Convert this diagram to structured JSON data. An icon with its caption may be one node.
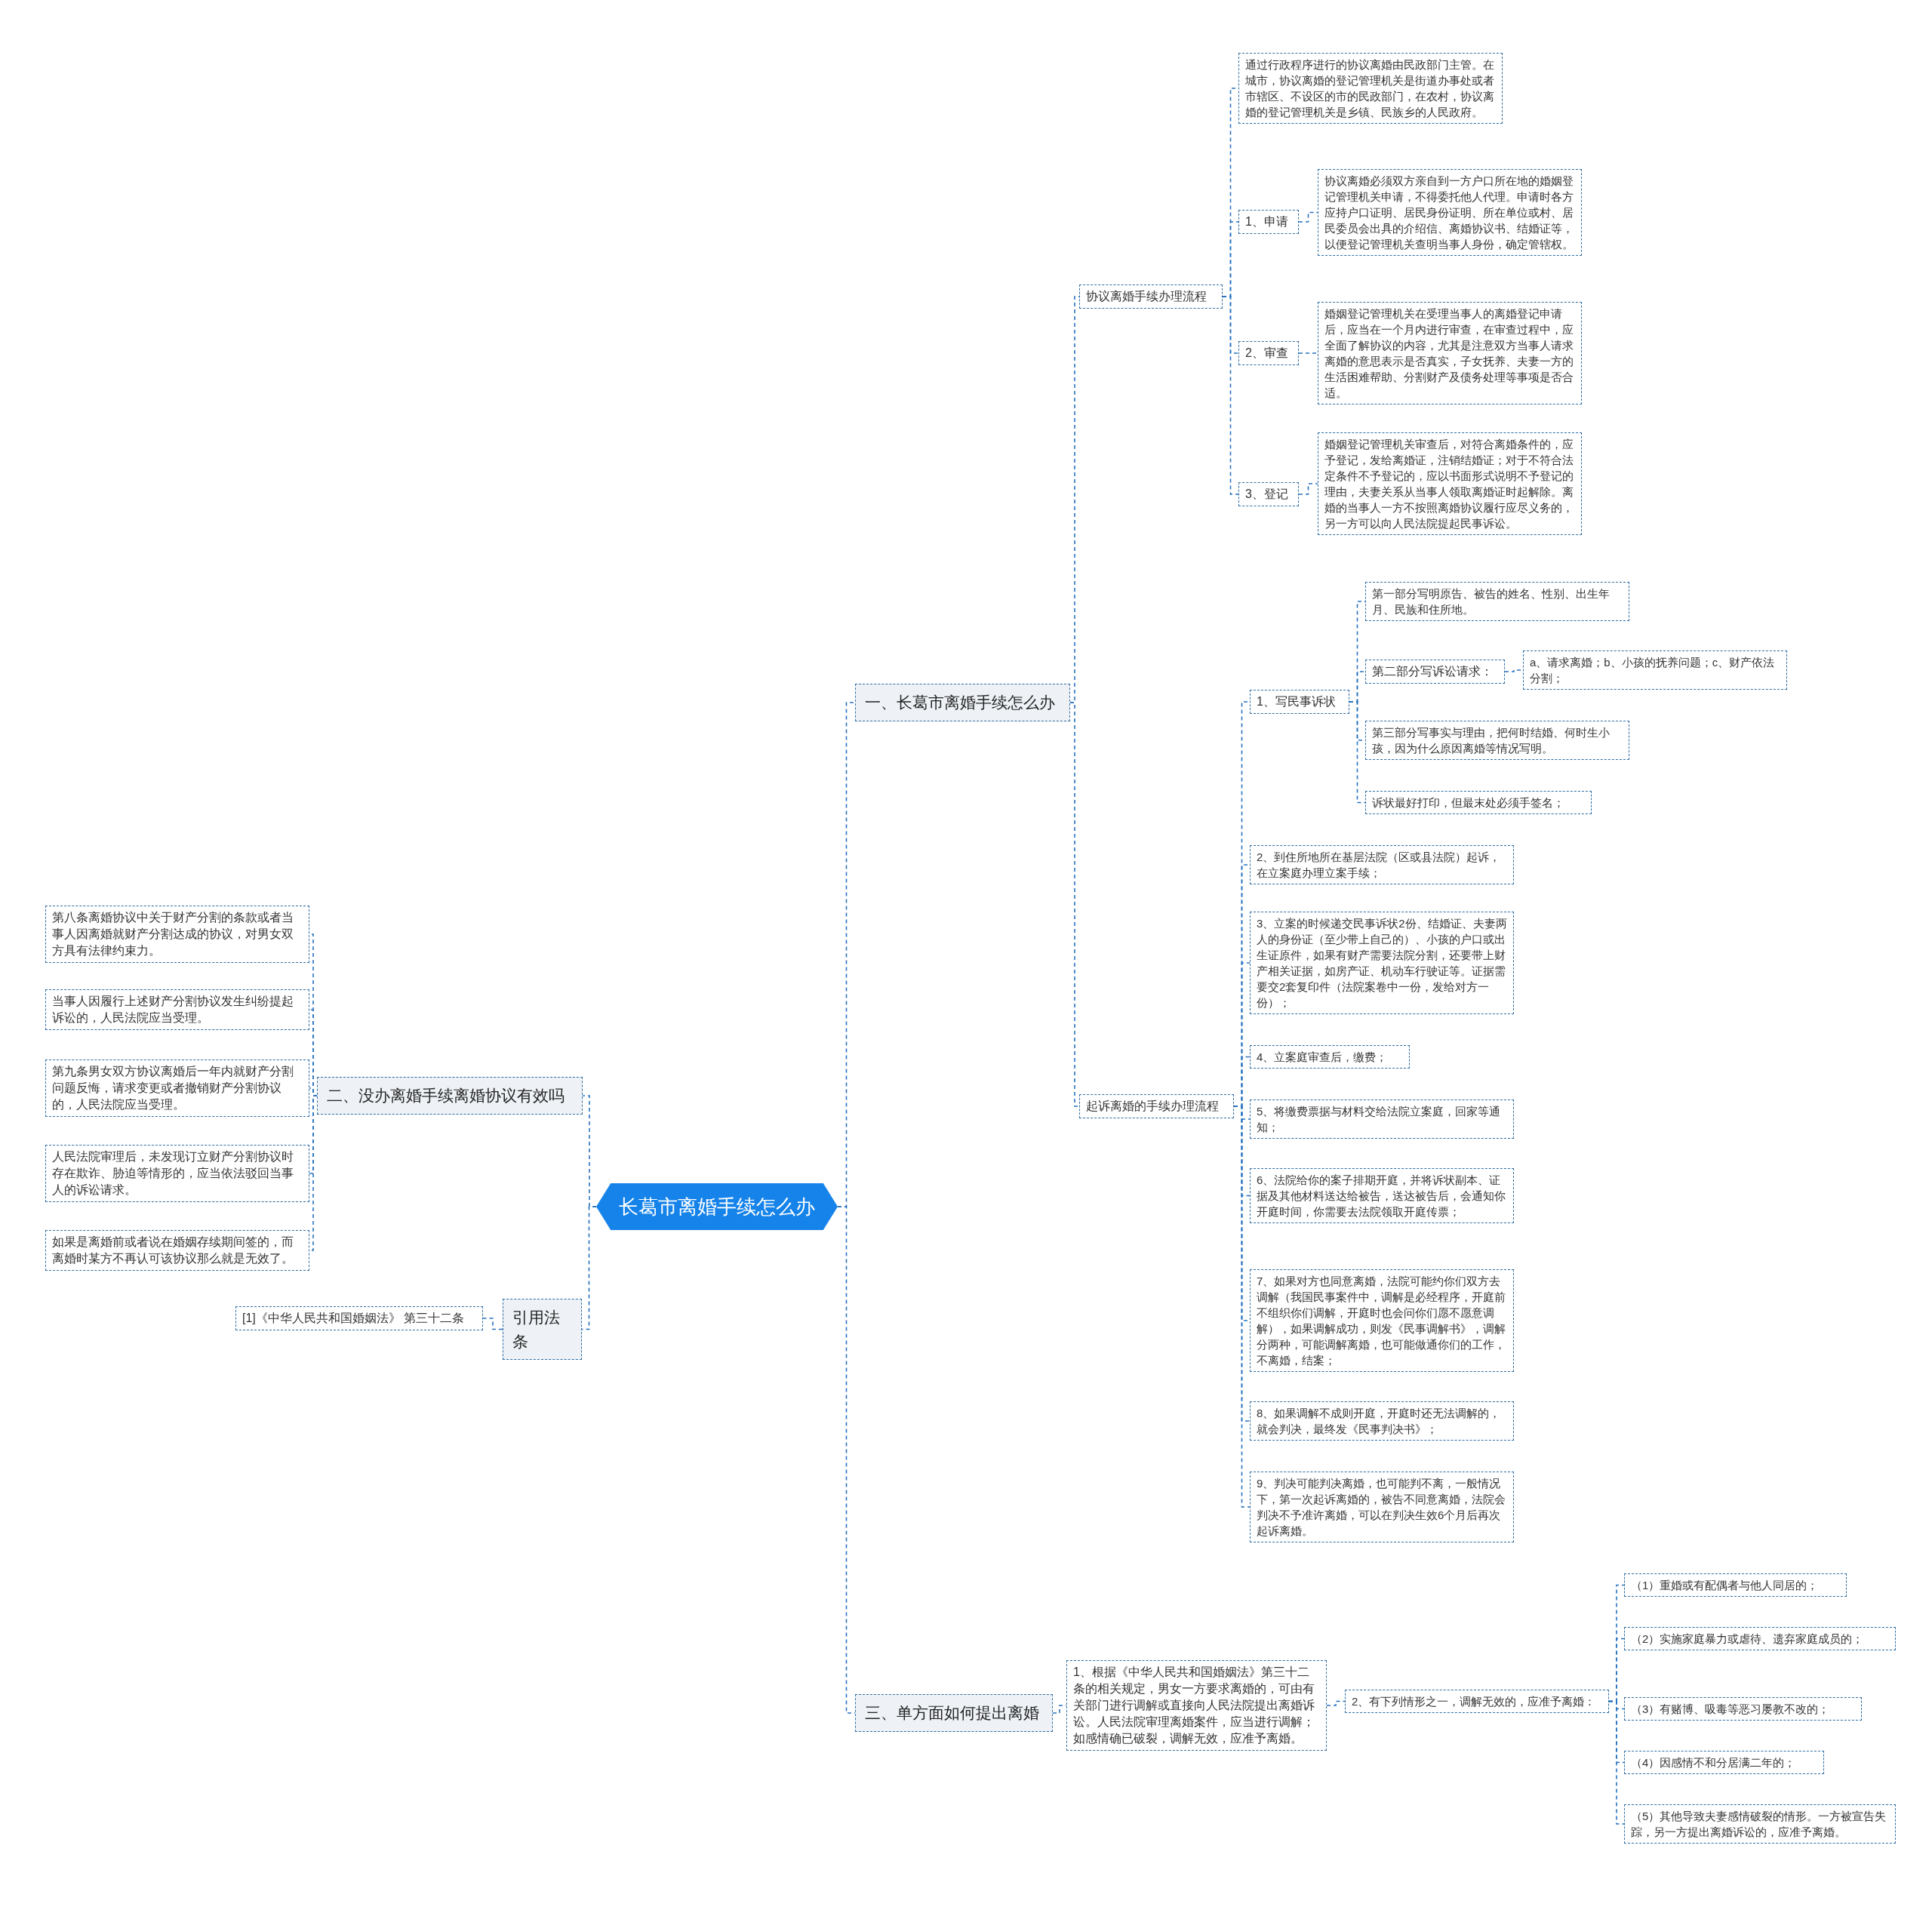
{
  "diagram": {
    "nodes": [
      {
        "text": [
          "长葛市离婚手续怎么办"
        ]
      },
      {
        "text": [
          "一、长葛市离婚手续怎么办"
        ]
      },
      {
        "text": [
          "协议离婚手续办理流程"
        ]
      },
      {
        "text": [
          "通过行政程序进行的协议离婚由民政部门主管。在城市，协议离婚的登记管理机关是街道办事处或者市辖区、不设区的市的民政部门，在农村，协议离婚的登记管理机关是乡镇、民族乡的人民政府。"
        ]
      },
      {
        "text": [
          "1、申请"
        ]
      },
      {
        "text": [
          "协议离婚必须双方亲自到一方户口所在地的婚姻登记管理机关申请，不得委托他人代理。申请时各方应持户口证明、居民身份证明、所在单位或村、居民委员会出具的介绍信、离婚协议书、结婚证等，以便登记管理机关查明当事人身份，确定管辖权。"
        ]
      },
      {
        "text": [
          "2、审查"
        ]
      },
      {
        "text": [
          "婚姻登记管理机关在受理当事人的离婚登记申请后，应当在一个月内进行审查，在审查过程中，应全面了解协议的内容，尤其是注意双方当事人请求离婚的意思表示是否真实，子女抚养、夫妻一方的生活困难帮助、分割财产及债务处理等事项是否合适。"
        ]
      },
      {
        "text": [
          "3、登记"
        ]
      },
      {
        "text": [
          "婚姻登记管理机关审查后，对符合离婚条件的，应予登记，发给离婚证，注销结婚证；对于不符合法定条件不予登记的，应以书面形式说明不予登记的理由，夫妻关系从当事人领取离婚证时起解除。离婚的当事人一方不按照离婚协议履行应尽义务的，另一方可以向人民法院提起民事诉讼。"
        ]
      },
      {
        "text": [
          "起诉离婚的手续办理流程"
        ]
      },
      {
        "text": [
          "1、写民事诉状"
        ]
      },
      {
        "text": [
          "第一部分写明原告、被告的姓名、性别、出生年月、民族和住所地。"
        ]
      },
      {
        "text": [
          "第二部分写诉讼请求："
        ]
      },
      {
        "text": [
          "a、请求离婚；b、小孩的抚养问题；c、财产依法分割；"
        ]
      },
      {
        "text": [
          "第三部分写事实与理由，把何时结婚、何时生小孩，因为什么原因离婚等情况写明。"
        ]
      },
      {
        "text": [
          "诉状最好打印，但最末处必须手签名；"
        ]
      },
      {
        "text": [
          "2、到住所地所在基层法院（区或县法院）起诉，在立案庭办理立案手续；"
        ]
      },
      {
        "text": [
          "3、立案的时候递交民事诉状2份、结婚证、夫妻两人的身份证（至少带上自己的）、小孩的户口或出生证原件，如果有财产需要法院分割，还要带上财产相关证据，如房产证、机动车行驶证等。证据需要交2套复印件（法院案卷中一份，发给对方一份）；"
        ]
      },
      {
        "text": [
          "4、立案庭审查后，缴费；"
        ]
      },
      {
        "text": [
          "5、将缴费票据与材料交给法院立案庭，回家等通知；"
        ]
      },
      {
        "text": [
          "6、法院给你的案子排期开庭，并将诉状副本、证据及其他材料送达给被告，送达被告后，会通知你开庭时间，你需要去法院领取开庭传票；"
        ]
      },
      {
        "text": [
          "7、如果对方也同意离婚，法院可能约你们双方去调解（我国民事案件中，调解是必经程序，开庭前不组织你们调解，开庭时也会问你们愿不愿意调解），如果调解成功，则发《民事调解书》，调解分两种，可能调解离婚，也可能做通你们的工作，不离婚，结案；"
        ]
      },
      {
        "text": [
          "8、如果调解不成则开庭，开庭时还无法调解的，就会判决，最终发《民事判决书》；"
        ]
      },
      {
        "text": [
          "9、判决可能判决离婚，也可能判不离，一般情况下，第一次起诉离婚的，被告不同意离婚，法院会判决不予准许离婚，可以在判决生效6个月后再次起诉离婚。"
        ]
      },
      {
        "text": [
          "三、单方面如何提出离婚"
        ]
      },
      {
        "text": [
          "1、根据《中华人民共和国婚姻法》第三十二条的相关规定，男女一方要求离婚的，可由有关部门进行调解或直接向人民法院提出离婚诉讼。人民法院审理离婚案件，应当进行调解；如感情确已破裂，调解无效，应准予离婚。"
        ]
      },
      {
        "text": [
          "2、有下列情形之一，调解无效的，应准予离婚："
        ]
      },
      {
        "text": [
          "（1）重婚或有配偶者与他人同居的；"
        ]
      },
      {
        "text": [
          "（2）实施家庭暴力或虐待、遗弃家庭成员的；"
        ]
      },
      {
        "text": [
          "（3）有赌博、吸毒等恶习屡教不改的；"
        ]
      },
      {
        "text": [
          "（4）因感情不和分居满二年的；"
        ]
      },
      {
        "text": [
          "（5）其他导致夫妻感情破裂的情形。一方被宣告失踪，另一方提出离婚诉讼的，应准予离婚。"
        ]
      },
      {
        "text": [
          "二、没办离婚手续离婚协议有效吗"
        ]
      },
      {
        "text": [
          "第八条离婚协议中关于财产分割的条款或者当事人因离婚就财产分割达成的协议，对男女双方具有法律约束力。"
        ]
      },
      {
        "text": [
          "当事人因履行上述财产分割协议发生纠纷提起诉讼的，人民法院应当受理。"
        ]
      },
      {
        "text": [
          "第九条男女双方协议离婚后一年内就财产分割问题反悔，请求变更或者撤销财产分割协议的，人民法院应当受理。"
        ]
      },
      {
        "text": [
          "人民法院审理后，未发现订立财产分割协议时存在欺诈、胁迫等情形的，应当依法驳回当事人的诉讼请求。"
        ]
      },
      {
        "text": [
          "如果是离婚前或者说在婚姻存续期间签的，而离婚时某方不再认可该协议那么就是无效了。"
        ]
      },
      {
        "text": [
          "引用法条"
        ]
      },
      {
        "text": [
          "[1]《中华人民共和国婚姻法》 第三十二条"
        ]
      }
    ],
    "edges": [
      {
        "from": 0,
        "to": 1,
        "arrow": "none"
      },
      {
        "from": 0,
        "to": 25,
        "arrow": "none"
      },
      {
        "from": 0,
        "to": 33,
        "arrow": "none"
      },
      {
        "from": 0,
        "to": 39,
        "arrow": "none"
      },
      {
        "from": 1,
        "to": 2,
        "arrow": "none"
      },
      {
        "from": 1,
        "to": 10,
        "arrow": "none"
      },
      {
        "from": 2,
        "to": 3,
        "arrow": "none"
      },
      {
        "from": 2,
        "to": 4,
        "arrow": "none"
      },
      {
        "from": 2,
        "to": 6,
        "arrow": "none"
      },
      {
        "from": 2,
        "to": 8,
        "arrow": "none"
      },
      {
        "from": 4,
        "to": 5,
        "arrow": "none"
      },
      {
        "from": 6,
        "to": 7,
        "arrow": "none"
      },
      {
        "from": 8,
        "to": 9,
        "arrow": "none"
      },
      {
        "from": 10,
        "to": 11,
        "arrow": "none"
      },
      {
        "from": 11,
        "to": 12,
        "arrow": "none"
      },
      {
        "from": 11,
        "to": 13,
        "arrow": "none"
      },
      {
        "from": 13,
        "to": 14,
        "arrow": "none"
      },
      {
        "from": 11,
        "to": 15,
        "arrow": "none"
      },
      {
        "from": 11,
        "to": 16,
        "arrow": "none"
      },
      {
        "from": 10,
        "to": 17,
        "arrow": "none"
      },
      {
        "from": 10,
        "to": 18,
        "arrow": "none"
      },
      {
        "from": 10,
        "to": 19,
        "arrow": "none"
      },
      {
        "from": 10,
        "to": 20,
        "arrow": "none"
      },
      {
        "from": 10,
        "to": 21,
        "arrow": "none"
      },
      {
        "from": 10,
        "to": 22,
        "arrow": "none"
      },
      {
        "from": 10,
        "to": 23,
        "arrow": "none"
      },
      {
        "from": 10,
        "to": 24,
        "arrow": "none"
      },
      {
        "from": 25,
        "to": 26,
        "arrow": "none"
      },
      {
        "from": 26,
        "to": 27,
        "arrow": "none"
      },
      {
        "from": 27,
        "to": 28,
        "arrow": "none"
      },
      {
        "from": 27,
        "to": 29,
        "arrow": "none"
      },
      {
        "from": 27,
        "to": 30,
        "arrow": "none"
      },
      {
        "from": 27,
        "to": 31,
        "arrow": "none"
      },
      {
        "from": 27,
        "to": 32,
        "arrow": "none"
      },
      {
        "from": 33,
        "to": 34,
        "arrow": "none"
      },
      {
        "from": 33,
        "to": 35,
        "arrow": "none"
      },
      {
        "from": 33,
        "to": 36,
        "arrow": "none"
      },
      {
        "from": 33,
        "to": 37,
        "arrow": "none"
      },
      {
        "from": 33,
        "to": 38,
        "arrow": "none"
      },
      {
        "from": 39,
        "to": 40,
        "arrow": "none"
      }
    ]
  }
}
